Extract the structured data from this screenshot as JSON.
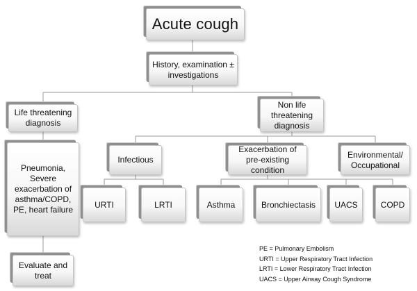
{
  "nodes": {
    "root": "Acute cough",
    "history": "History, examination ± investigations",
    "life_threatening": "Life threatening diagnosis",
    "non_life_threatening": "Non life threatening diagnosis",
    "severe_conditions": "Pneumonia, Severe exacerbation of asthma/COPD, PE, heart failure",
    "evaluate_treat": "Evaluate and treat",
    "infectious": "Infectious",
    "exacerbation": "Exacerbation of pre-existing condition",
    "environmental": "Environmental/ Occupational",
    "urti": "URTI",
    "lrti": "LRTI",
    "asthma": "Asthma",
    "bronchiectasis": "Bronchiectasis",
    "uacs": "UACS",
    "copd": "COPD"
  },
  "legend": [
    "PE = Pulmonary Embolism",
    "URTI = Upper Respiratory Tract Infection",
    "LRTI = Lower Respiratory Tract Infection",
    "UACS = Upper Airway Cough Syndrome"
  ]
}
